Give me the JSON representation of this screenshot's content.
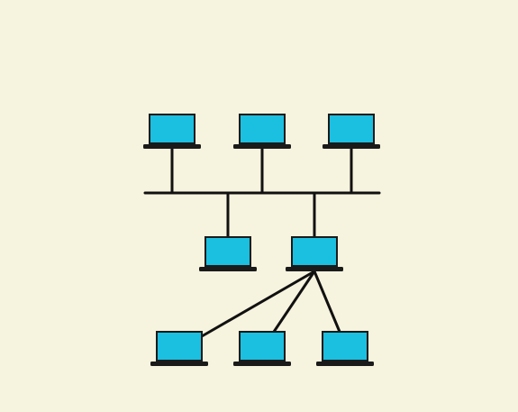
{
  "colors": {
    "background": "#f6f3de",
    "screen": "#1bbfe0",
    "frame": "#1a1a1a",
    "wire": "#111111"
  },
  "diagram": {
    "nodes": [
      {
        "id": "pc-top-left",
        "icon": "laptop-icon"
      },
      {
        "id": "pc-top-middle",
        "icon": "laptop-icon"
      },
      {
        "id": "pc-top-right",
        "icon": "laptop-icon"
      },
      {
        "id": "pc-mid-left",
        "icon": "laptop-icon"
      },
      {
        "id": "pc-mid-right-hub",
        "icon": "laptop-icon"
      },
      {
        "id": "pc-bottom-left",
        "icon": "laptop-icon"
      },
      {
        "id": "pc-bottom-middle",
        "icon": "laptop-icon"
      },
      {
        "id": "pc-bottom-right",
        "icon": "laptop-icon"
      }
    ],
    "edges": [
      {
        "from": "bus",
        "to": "pc-top-left"
      },
      {
        "from": "bus",
        "to": "pc-top-middle"
      },
      {
        "from": "bus",
        "to": "pc-top-right"
      },
      {
        "from": "bus",
        "to": "pc-mid-left"
      },
      {
        "from": "bus",
        "to": "pc-mid-right-hub"
      },
      {
        "from": "pc-mid-right-hub",
        "to": "pc-bottom-left"
      },
      {
        "from": "pc-mid-right-hub",
        "to": "pc-bottom-middle"
      },
      {
        "from": "pc-mid-right-hub",
        "to": "pc-bottom-right"
      }
    ]
  }
}
